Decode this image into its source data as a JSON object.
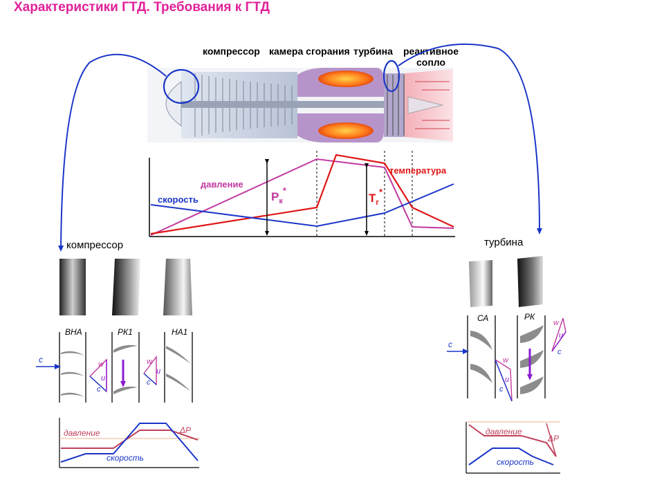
{
  "title": "Характеристики ГТД. Требования к ГТД",
  "engine": {
    "compressor": "компрессор",
    "combustor": "камера сгорания",
    "turbine": "турбина",
    "nozzle_line1": "реактивное",
    "nozzle_line2": "сопло"
  },
  "main_chart": {
    "temperature": "температура",
    "pressure": "давление",
    "velocity": "скорость",
    "pk": "P",
    "pk_sub": "к",
    "tg": "T",
    "tg_sub": "г",
    "star": "*"
  },
  "compressor_section": {
    "title": "компрессор",
    "blade_vna": "ВНА",
    "blade_rk1": "РК1",
    "blade_na1": "НА1",
    "c": "c",
    "w": "w",
    "u": "u",
    "pressure": "давление",
    "velocity": "скорость",
    "dp": "ΔP"
  },
  "turbine_section": {
    "title": "турбина",
    "blade_ca": "СА",
    "blade_rk": "РК",
    "c": "c",
    "w": "w",
    "u": "u",
    "pressure": "давление",
    "velocity": "скорость",
    "dp": "ΔP"
  },
  "colors": {
    "title": "#e0219a",
    "velocity": "#1a35c8",
    "pressure": "#c0389e",
    "temperature": "#e01616",
    "compressor_pressure": "#c0405a",
    "turbine_pressure": "#c0405a"
  }
}
